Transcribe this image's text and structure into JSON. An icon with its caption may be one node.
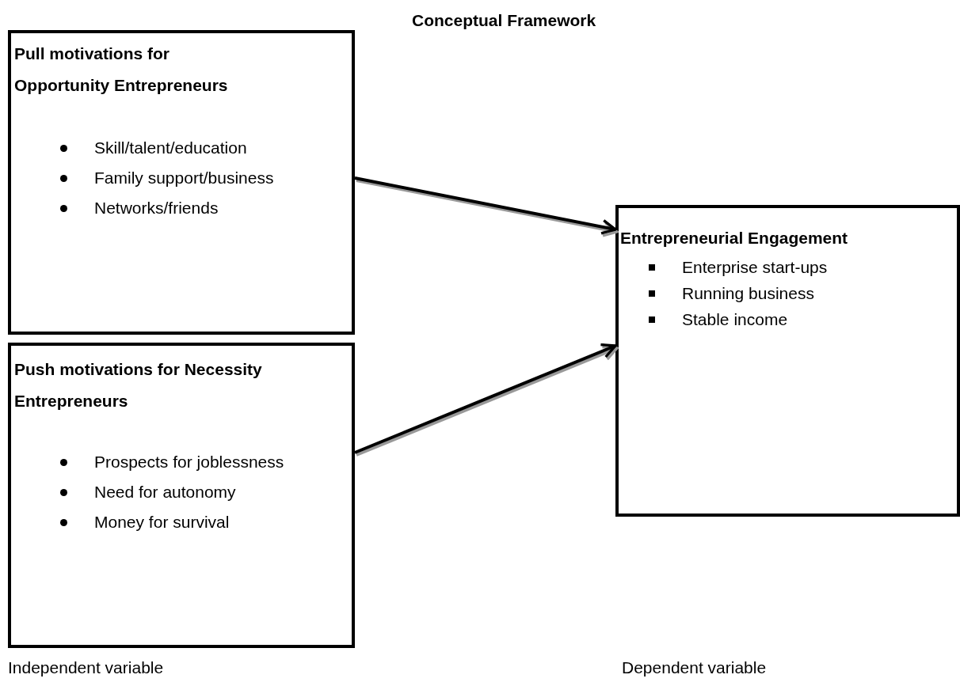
{
  "diagram": {
    "title": "Conceptual Framework",
    "nodes": [
      {
        "text": [
          "Pull motivations for Opportunity Entrepreneurs",
          "Skill/talent/education",
          "Family support/business",
          "Networks/friends"
        ]
      },
      {
        "text": [
          "Push motivations for Necessity Entrepreneurs",
          "Prospects for joblessness",
          "Need for autonomy",
          "Money for survival"
        ]
      },
      {
        "text": [
          "Entrepreneurial Engagement",
          "Enterprise start-ups",
          "Running business",
          "Stable income"
        ]
      }
    ],
    "edges": [
      {
        "from": 0,
        "to": 2,
        "arrow": "to"
      },
      {
        "from": 1,
        "to": 2,
        "arrow": "to"
      }
    ],
    "labels": [
      "Independent variable",
      "Dependent variable"
    ]
  }
}
